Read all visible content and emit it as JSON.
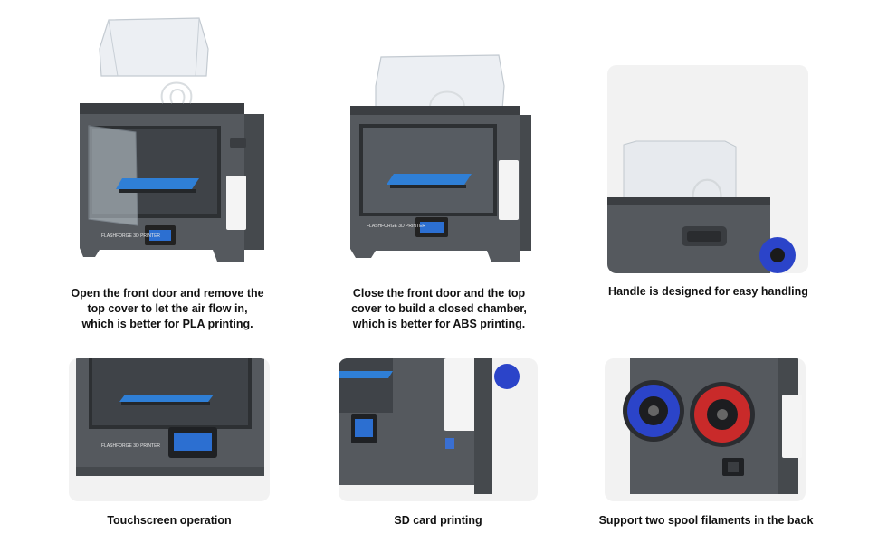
{
  "colors": {
    "printer_body": "#54585d",
    "printer_dark": "#3a3d41",
    "bed_blue": "#2f7fd6",
    "screen_blue": "#2c6fd1",
    "filament_blue": "#2b44c9",
    "filament_red": "#c92a2a",
    "panel_bg": "#f2f2f2"
  },
  "captions": {
    "open_door": "Open the front door and remove the\ntop cover to let the air flow in,\nwhich is better for PLA printing.",
    "closed_door": "Close the front door and the top\ncover to build a closed chamber,\nwhich is better for ABS printing.",
    "handle": "Handle is designed for easy handling",
    "touchscreen": "Touchscreen operation",
    "sd_card": "SD card printing",
    "spools": "Support two spool filaments in the back"
  },
  "logo_text": "FLASHFORGE 3D PRINTER"
}
